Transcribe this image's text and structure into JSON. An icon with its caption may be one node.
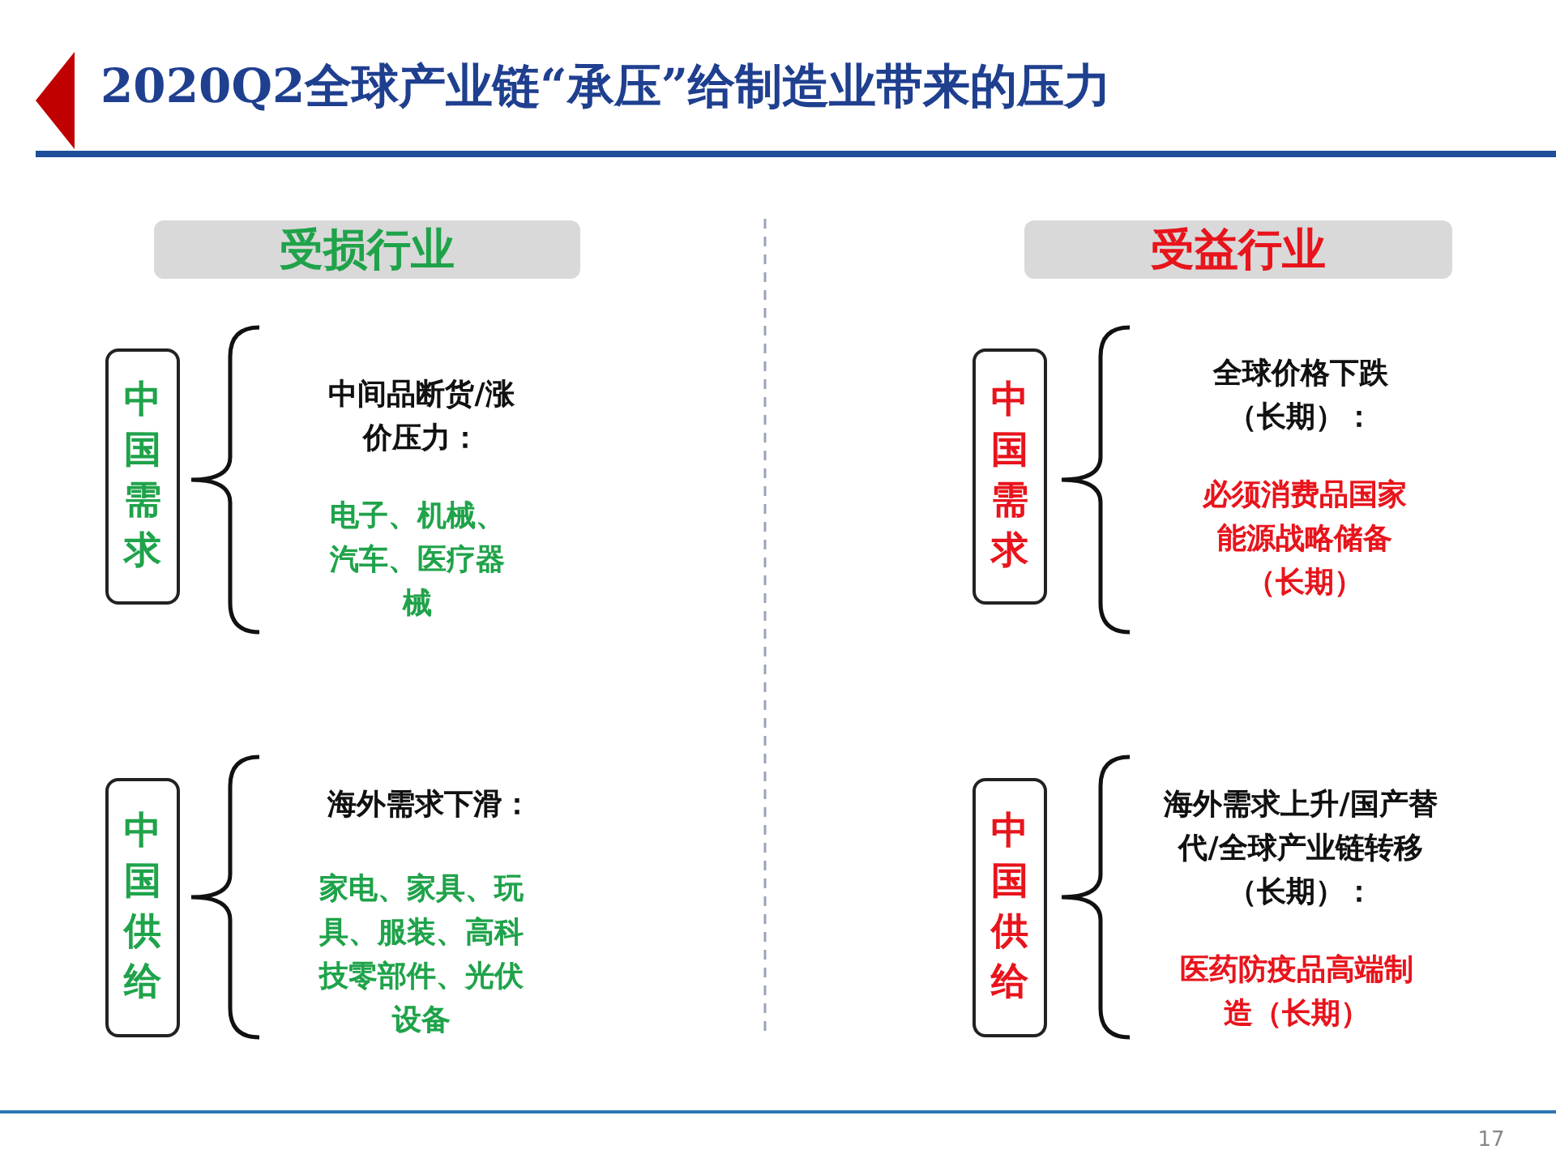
{
  "diagram": {
    "title": "2020Q2全球产业链“承压”给制造业带来的压力",
    "nodes": [
      {
        "text": [
          "受损行业"
        ]
      },
      {
        "text": [
          "受益行业"
        ]
      },
      {
        "text": [
          "中国需求"
        ]
      },
      {
        "text": [
          "中国需求"
        ]
      },
      {
        "text": [
          "中国供给"
        ]
      },
      {
        "text": [
          "中国供给"
        ]
      }
    ],
    "labels": [
      "中间品断货/涨价压力：",
      "电子、机械、汽车、医疗器械",
      "全球价格下跌（长期）：",
      "必须消费品国家能源战略储备（长期）",
      "海外需求下滑：",
      "家电、家具、玩具、服装、高科技零部件、光伏设备",
      "海外需求上升/国产替代/全球产业链转移（长期）：",
      "医药防疫品高端制造（长期）",
      "17"
    ]
  }
}
